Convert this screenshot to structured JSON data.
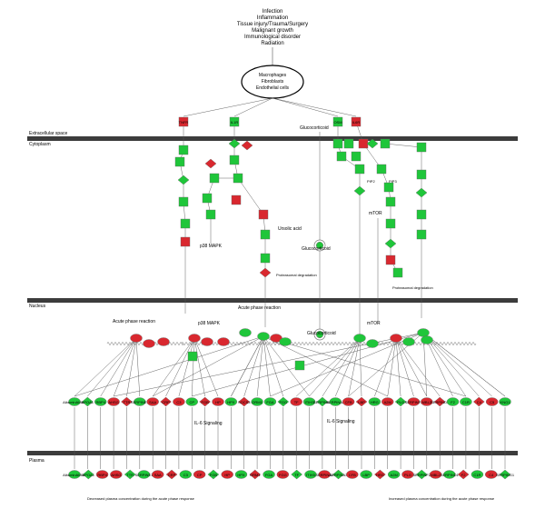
{
  "triggers": [
    "Infection",
    "Inflammation",
    "Tissue injury/Trauma/Surgery",
    "Malignant growth",
    "Immunological disorder",
    "Radiation"
  ],
  "source_cells": [
    "Macrophages",
    "Fibroblasts",
    "Endothelial cells"
  ],
  "compartments": {
    "extracellular": "Extracellular space",
    "cytoplasm": "Cytoplasm",
    "nucleus": "Nucleus",
    "plasma": "Plasma"
  },
  "colors": {
    "up": "#d9282f",
    "down": "#1fc63a",
    "neutral": "#ffffff",
    "line": "#555555",
    "membrane": "#3c3c3c"
  },
  "labels": {
    "glucocorticoid": "Glucocorticoid",
    "acute_phase_reaction": "Acute phase reaction",
    "p38_mapk": "p38 MAPK",
    "ursolic_acid": "Ursolic acid",
    "glucocorticoid_2": "Glucocorticoid",
    "proteasomal_1": "Proteasomal degradation",
    "proteasomal_2": "Proteasomal degradation",
    "mtor": "mTOR",
    "pip2": "PIP2",
    "pip3": "PIP3",
    "il6_signaling_1": "IL-6 Signaling",
    "il6_signaling_2": "IL-6 Signaling",
    "decreased": "Decreased plasma concentration during the acute phase response",
    "increased": "Increased plasma concentration during the acute phase response"
  },
  "receptors": [
    "TNFR",
    "IL1R",
    "OSM",
    "IL6R"
  ],
  "genes_nucleus": [
    "AlbuminAMBP",
    "APOA1",
    "RBP4",
    "AHSG",
    "TTR",
    "SERPINE1",
    "SAA",
    "CRP",
    "C3",
    "CP",
    "FGB",
    "HP",
    "HPX",
    "SOCS3",
    "ORM1",
    "FGA",
    "FGG",
    "TF",
    "ITIH3",
    "SERPINA1",
    "SERPINA3",
    "CFB",
    "LBP",
    "HRG",
    "A2M",
    "PLG",
    "SERPINF2",
    "MBL2",
    "SERPIND1",
    "F2",
    "C1R",
    "C4",
    "C5",
    "KNG1"
  ],
  "genes_plasma": [
    "AlbuminAMBP",
    "APOA1",
    "RBP4",
    "AHSG",
    "TTR",
    "SERPINE1",
    "SAA",
    "CRP",
    "C3",
    "CP",
    "FGB",
    "HP",
    "HPX",
    "ORM1",
    "FGA",
    "FGG",
    "TF",
    "ITIH3",
    "SERPINA1",
    "SERPINA3",
    "CFB",
    "LBP",
    "HRG",
    "A2M",
    "PLG",
    "SERPINF2",
    "MBL2",
    "SERPIND1",
    "F2",
    "C1R",
    "C4",
    "SERPING1"
  ]
}
